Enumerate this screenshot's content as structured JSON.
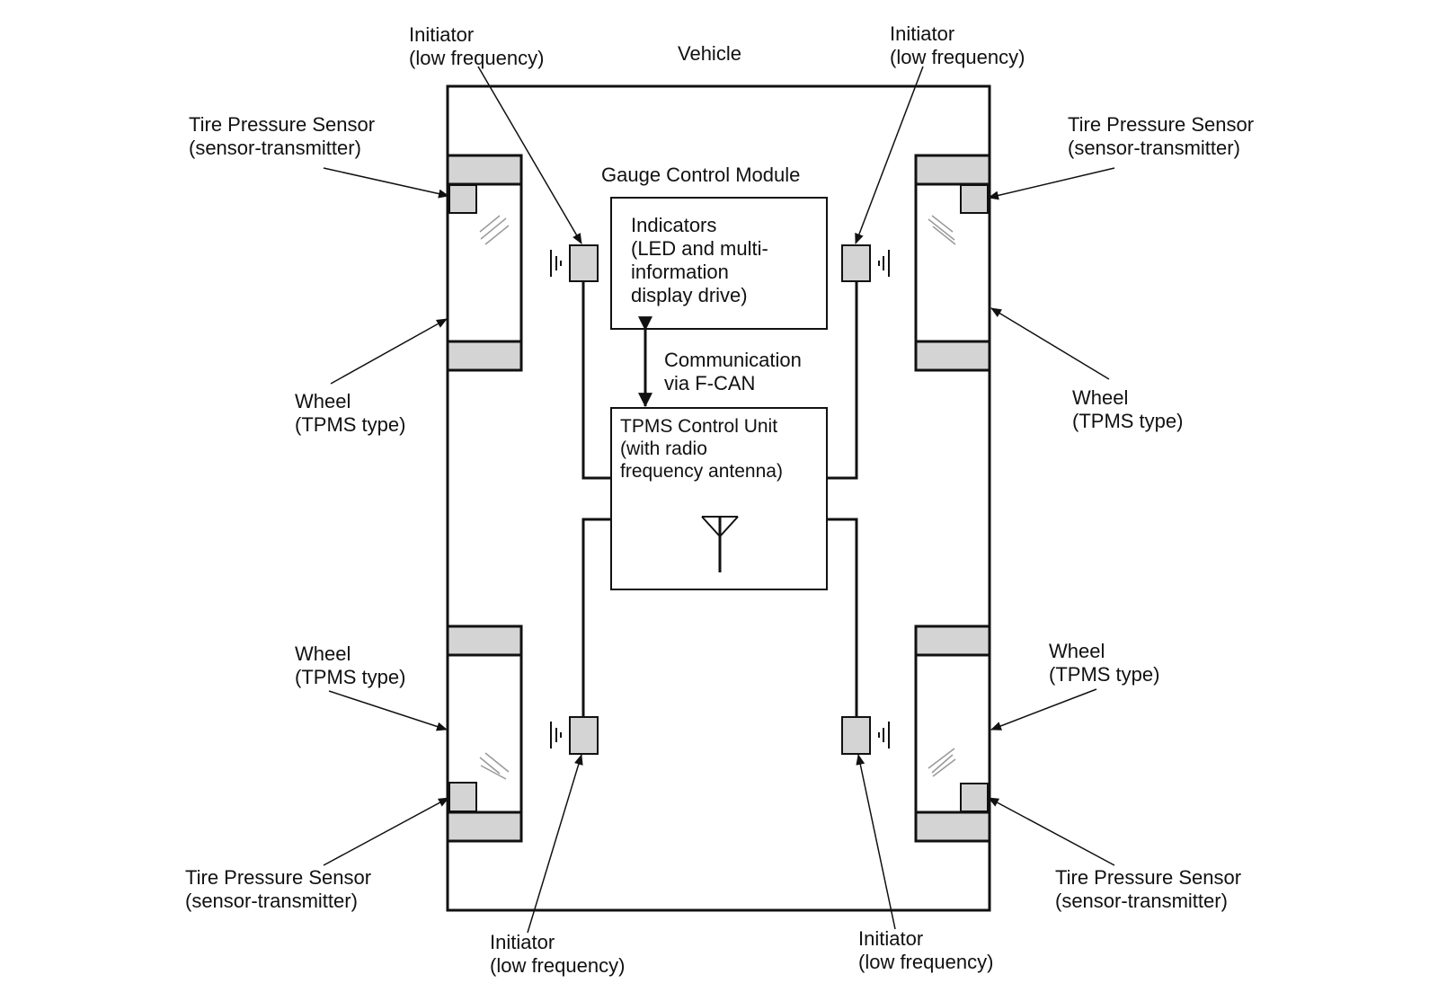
{
  "vehicle": {
    "label": "Vehicle"
  },
  "gauge": {
    "title": "Gauge Control Module",
    "indicators": [
      "Indicators",
      "(LED and multi-",
      "information",
      "display drive)"
    ]
  },
  "communication": [
    "Communication",
    "via F-CAN"
  ],
  "tpms_unit": [
    "TPMS Control Unit",
    "(with radio",
    "frequency antenna)"
  ],
  "initiator": [
    "Initiator",
    "(low frequency)"
  ],
  "tire_sensor": [
    "Tire Pressure Sensor",
    "(sensor-transmitter)"
  ],
  "wheel": [
    "Wheel",
    "(TPMS type)"
  ],
  "colors": {
    "line": "#111111",
    "fill": "#d4d4d4",
    "background": "#ffffff"
  }
}
